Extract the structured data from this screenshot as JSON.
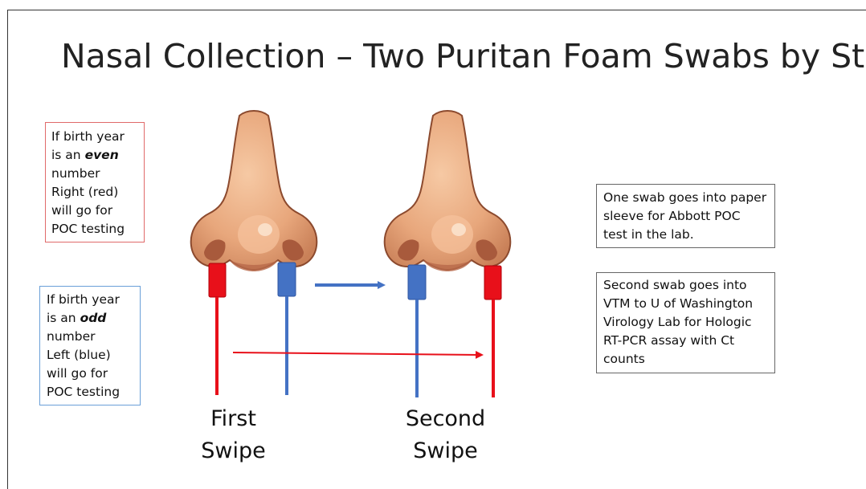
{
  "title": "Nasal Collection – Two Puritan Foam Swabs by Staff",
  "notes": {
    "even": {
      "line1": "If birth year",
      "line2_pre": "is an ",
      "line2_em": "even",
      "line3": "number",
      "line4": "Right (red)",
      "line5": "will go for",
      "line6": "POC testing"
    },
    "odd": {
      "line1": "If birth year",
      "line2_pre": "is an ",
      "line2_em": "odd",
      "line3": "number",
      "line4": "Left (blue)",
      "line5": "will go for",
      "line6": "POC testing"
    },
    "abbott": {
      "line1": "One swab goes into paper",
      "line2": "sleeve for Abbott POC",
      "line3": "test in the lab."
    },
    "vtm": {
      "line1": "Second  swab goes into",
      "line2": "VTM to U of Washington",
      "line3": "Virology Lab  for Hologic",
      "line4": "RT-PCR assay with Ct",
      "line5": "counts"
    }
  },
  "swipes": {
    "first_line1": "First",
    "first_line2": "Swipe",
    "second_line1": "Second",
    "second_line2": "Swipe"
  },
  "colors": {
    "red_swab": "#e8101a",
    "blue_swab": "#4472c4",
    "nose_skin": "#e8a77c",
    "nose_shadow": "#a85a3c",
    "note_even_border": "#e06a6a",
    "note_odd_border": "#6a9fd8"
  }
}
